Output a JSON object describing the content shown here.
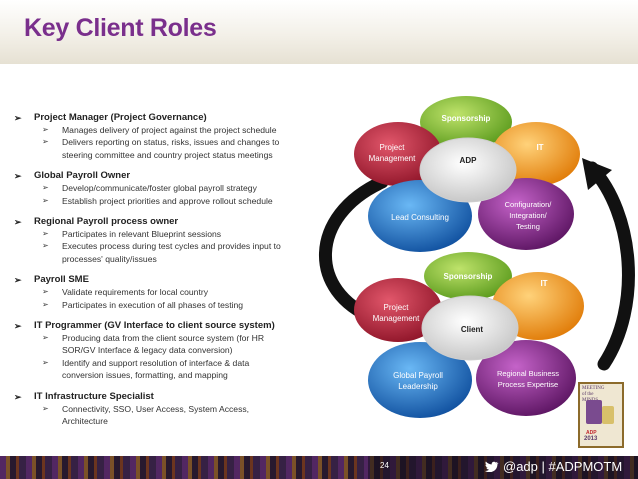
{
  "slide": {
    "title": "Key Client Roles",
    "page_number": "24",
    "social": "@adp  |  #ADPMOTM"
  },
  "roles": [
    {
      "title": "Project Manager (Project Governance)",
      "items": [
        "Manages delivery of project against the project schedule",
        "Delivers reporting on status, risks, issues and changes to",
        "steering committee and country project status meetings"
      ]
    },
    {
      "title": "Global Payroll Owner",
      "items": [
        "Develop/communicate/foster global payroll strategy",
        "Establish project priorities and approve rollout schedule"
      ]
    },
    {
      "title": "Regional Payroll process owner",
      "items": [
        "Participates in relevant Blueprint sessions",
        "Executes process during test cycles and provides input to",
        "processes' quality/issues"
      ]
    },
    {
      "title": "Payroll SME",
      "items": [
        "Validate requirements for local country",
        "Participates in execution of all phases of testing"
      ]
    },
    {
      "title": "IT Programmer (GV Interface to client source system)",
      "items": [
        "Producing data from the client source system (for HR",
        "SOR/GV Interface & legacy data conversion)",
        "Identify and support resolution of interface & data",
        "conversion issues, formatting, and mapping"
      ]
    },
    {
      "title": "IT Infrastructure Specialist",
      "items": [
        "Connectivity, SSO, User Access, System Access,",
        "Architecture"
      ]
    }
  ],
  "diagram": {
    "adp": {
      "center": "ADP",
      "sponsorship": "Sponsorship",
      "it": "IT",
      "pm_1": "Project",
      "pm_2": "Management",
      "lead": "Lead Consulting",
      "config_1": "Configuration/",
      "config_2": "Integration/",
      "config_3": "Testing"
    },
    "client": {
      "center": "Client",
      "sponsorship": "Sponsorship",
      "it": "IT",
      "pm_1": "Project",
      "pm_2": "Management",
      "gpl_1": "Global Payroll",
      "gpl_2": "Leadership",
      "rbp_1": "Regional Business",
      "rbp_2": "Process Expertise"
    }
  },
  "badge": {
    "line1": "MEETING",
    "line2": "of the",
    "line3": "MINDS",
    "brand": "ADP",
    "year": "2013"
  },
  "colors": {
    "title": "#7a2f8c",
    "sponsorship": "#7cb82f",
    "it": "#f39c12",
    "project_management": "#b3213a",
    "lead_consulting": "#1e73c9",
    "configuration": "#8b2a8f",
    "center": "#e3e3e3"
  }
}
